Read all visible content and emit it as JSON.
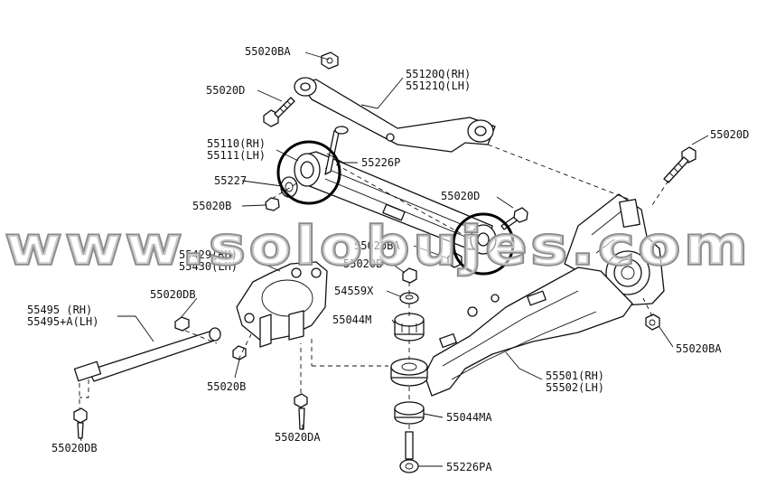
{
  "watermark": "www.solobujes.com",
  "labels": {
    "l_55020BA_top": "55020BA",
    "l_55120Q": "55120Q(RH)",
    "l_55121Q": "55121Q(LH)",
    "l_55020D_top": "55020D",
    "l_55020D_right": "55020D",
    "l_55110": "55110(RH)",
    "l_55111": "55111(LH)",
    "l_55226P": "55226P",
    "l_55227": "55227",
    "l_55020B_left": "55020B",
    "l_55020D_mid": "55020D",
    "l_55429": "55429(RH)",
    "l_55430": "55430(LH)",
    "l_55020BA_mid": "55020BA",
    "l_55020B_mid": "55020B",
    "l_54559X": "54559X",
    "l_55044M": "55044M",
    "l_55020DB_top": "55020DB",
    "l_55495": "55495  (RH)",
    "l_55495A": "55495+A(LH)",
    "l_55020B_bottom": "55020B",
    "l_55020DA": "55020DA",
    "l_55020DB_bottom": "55020DB",
    "l_55501": "55501(RH)",
    "l_55502": "55502(LH)",
    "l_55020BA_right": "55020BA",
    "l_55044MA": "55044MA",
    "l_55226PA": "55226PA"
  }
}
